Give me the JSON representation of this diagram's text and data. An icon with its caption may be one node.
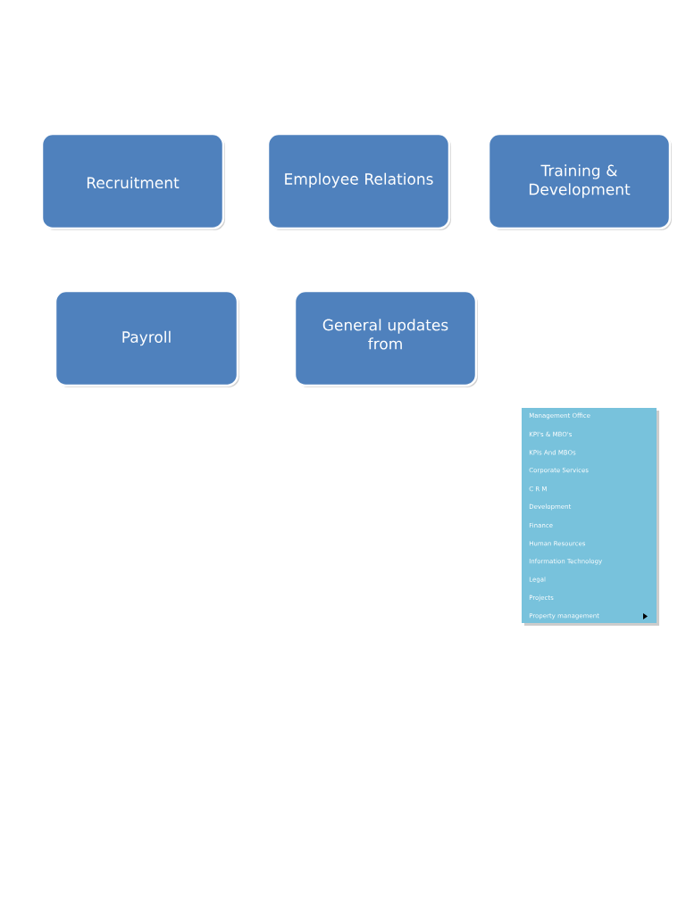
{
  "diagram": {
    "nodes": [
      {
        "text": [
          "Recruitment"
        ]
      },
      {
        "text": [
          "Employee Relations"
        ]
      },
      {
        "text": [
          "Training & Development"
        ]
      },
      {
        "text": [
          "Payroll"
        ]
      },
      {
        "text": [
          "General updates from"
        ]
      }
    ],
    "edges": [],
    "labels": [
      "Management Office",
      "KPI's & MBO's",
      "KPIs And MBOs",
      "Corporate Services",
      "C R M",
      "Development",
      "Finance",
      "Human Resources",
      "Information Technology",
      "Legal",
      "Projects",
      "Property management"
    ]
  }
}
